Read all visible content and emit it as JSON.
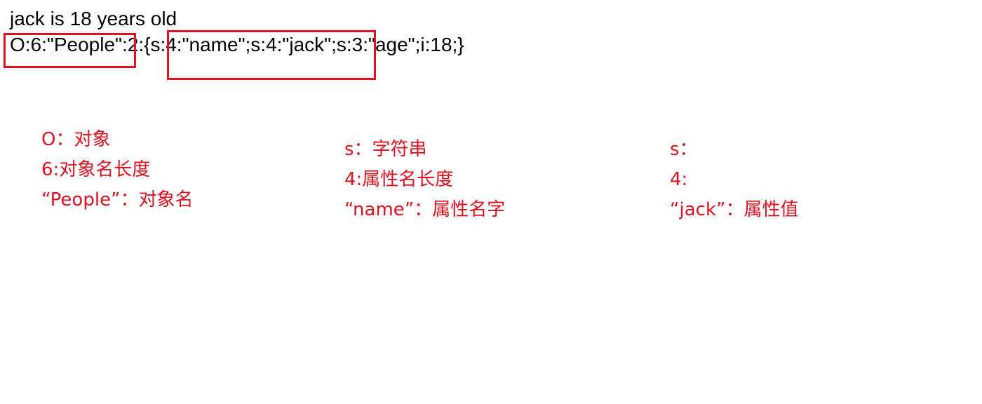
{
  "output": {
    "line1": "jack is 18 years old",
    "line2": "O:6:\"People\":2:{s:4:\"name\";s:4:\"jack\";s:3:\"age\";i:18;}"
  },
  "annotations": {
    "object": [
      "O：对象",
      "6:对象名长度",
      "“People”：对象名"
    ],
    "property_name": [
      "s：字符串",
      "4:属性名长度",
      "“name”：属性名字"
    ],
    "property_value": [
      "s：",
      "4:",
      "“jack”：属性值"
    ]
  },
  "colors": {
    "annotation": "#e0101f",
    "text": "#000000",
    "background": "#ffffff"
  }
}
